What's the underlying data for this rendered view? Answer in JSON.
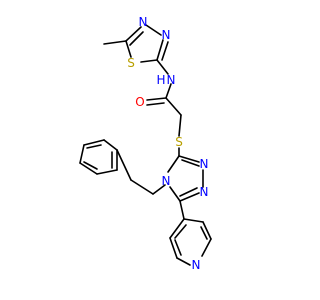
{
  "molecule": {
    "atoms": [
      {
        "id": "N_td1",
        "label": "N",
        "color": "#0000ff"
      },
      {
        "id": "N_td2",
        "label": "N",
        "color": "#0000ff"
      },
      {
        "id": "S_td",
        "label": "S",
        "color": "#b8a000"
      },
      {
        "id": "N_amide",
        "label": "N",
        "color": "#0000ff"
      },
      {
        "id": "H_amide",
        "label": "H",
        "color": "#0000ff"
      },
      {
        "id": "O_amide",
        "label": "O",
        "color": "#ff0000"
      },
      {
        "id": "S_thio",
        "label": "S",
        "color": "#b8a000"
      },
      {
        "id": "N_tr3",
        "label": "N",
        "color": "#0000ff"
      },
      {
        "id": "N_tr2",
        "label": "N",
        "color": "#0000ff"
      },
      {
        "id": "N_tr4",
        "label": "N",
        "color": "#0000ff"
      },
      {
        "id": "N_py",
        "label": "N",
        "color": "#0000ff"
      }
    ],
    "colors": {
      "bond": "#000000",
      "nitrogen": "#0000ff",
      "oxygen": "#ff0000",
      "sulfur": "#b8a000",
      "background": "#ffffff"
    }
  }
}
